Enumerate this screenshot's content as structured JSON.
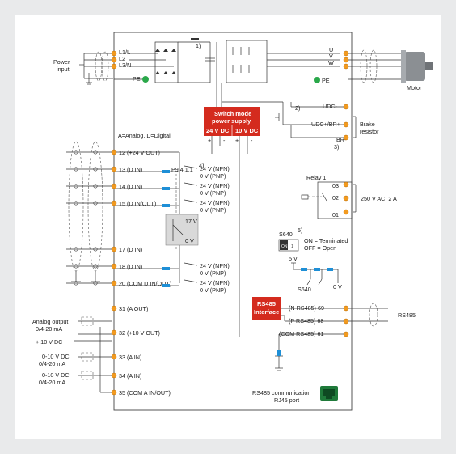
{
  "colors": {
    "background": "#e9eaeb",
    "panel": "#ffffff",
    "terminal": "#f29a1f",
    "red_block": "#d42b1e",
    "green": "#2aa84a",
    "resistor": "#1e8fd6"
  },
  "left_labels": {
    "power_input": [
      "Power",
      "input"
    ],
    "analog_output": [
      "Analog output",
      "0/4-20 mA"
    ],
    "plus10": "+ 10 V DC",
    "ain1": [
      "0-10 V DC",
      "0/4-20 mA"
    ],
    "ain2": [
      "0-10 V DC",
      "0/4-20 mA"
    ]
  },
  "power_terms": {
    "l1": "L1/L",
    "l2": "L2",
    "l3": "L3/N",
    "pe": "PE"
  },
  "motor_terms": {
    "u": "U",
    "v": "V",
    "w": "W",
    "pe": "PE",
    "motor": "Motor"
  },
  "notes": {
    "n1": "1)",
    "n2": "2)",
    "n3": "3)",
    "n4": "4)",
    "n5": "5)"
  },
  "smps": {
    "title1": "Switch mode",
    "title2": "power supply",
    "v24": "24 V DC",
    "v10": "10 V DC"
  },
  "legend_ad": "A=Analog, D=Digital",
  "brake": {
    "udc_minus": "UDC-",
    "udc_plus": "UDC+/BR+",
    "br_minus": "BR-",
    "label1": "Brake",
    "label2": "resistor"
  },
  "param": "P9.4.1.1",
  "io_terms": [
    {
      "label": "12 (+24 V OUT)"
    },
    {
      "label": "13 (D IN)"
    },
    {
      "label": "14 (D IN)"
    },
    {
      "label": "15 (D IN/OUT)"
    },
    {
      "label": "17 (D IN)"
    },
    {
      "label": "18 (D IN)"
    },
    {
      "label": "20 (COM D IN/OUT)"
    },
    {
      "label": "31 (A OUT)"
    },
    {
      "label": "32 (+10 V OUT)"
    },
    {
      "label": "33 (A IN)"
    },
    {
      "label": "34 (A IN)"
    },
    {
      "label": "35 (COM A IN/OUT)"
    }
  ],
  "npn": "24 V (NPN)",
  "pnp": "0 V (PNP)",
  "v17": "17 V",
  "v0": "0 V",
  "relay": {
    "title": "Relay 1",
    "t03": "03",
    "t02": "02",
    "t01": "01",
    "rating": "250 V AC, 2 A"
  },
  "s640": {
    "name": "S640",
    "on": "ON",
    "one": "1",
    "term_on": "ON = Terminated",
    "term_off": "OFF = Open",
    "v5": "5 V",
    "v0": "0 V",
    "sw": "S640"
  },
  "rs485": {
    "block1": "RS485",
    "block2": "Interface",
    "n": "(N RS485) 69",
    "p": "(P RS485) 68",
    "com": "(COM RS485) 61",
    "label": "RS485",
    "comm1": "RS485 communication",
    "comm2": "RJ45 port"
  }
}
